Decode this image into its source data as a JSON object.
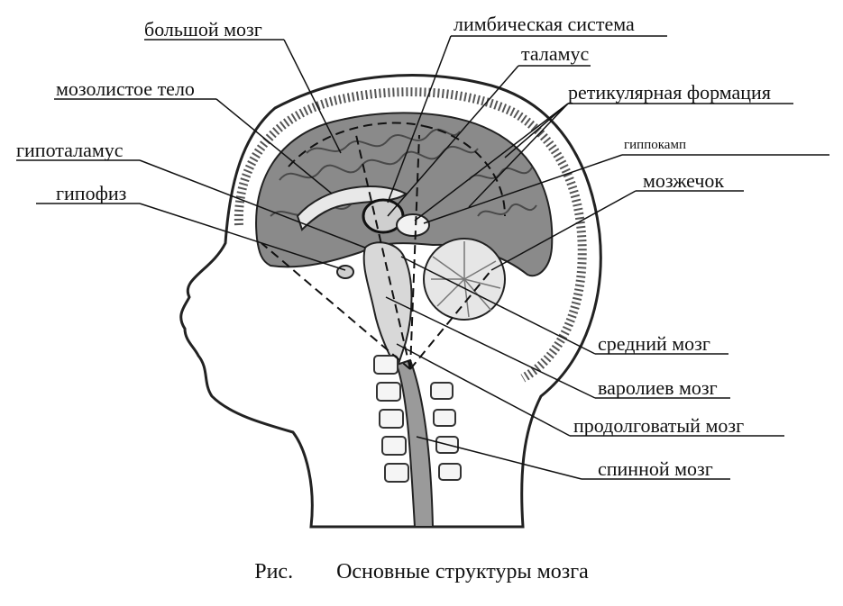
{
  "labels": {
    "cerebrum": "большой мозг",
    "limbic_system": "лимбическая система",
    "thalamus": "таламус",
    "corpus_callosum": "мозолистое тело",
    "reticular_formation": "ретикулярная формация",
    "hypothalamus": "гипоталамус",
    "hippocampus": "гиппокамп",
    "pituitary": "гипофиз",
    "cerebellum": "мозжечок",
    "midbrain": "средний мозг",
    "pons": "варолиев мозг",
    "medulla": "продолговатый мозг",
    "spinal_cord": "спинной мозг"
  },
  "caption": {
    "prefix": "Рис.",
    "title": "Основные структуры мозга"
  }
}
